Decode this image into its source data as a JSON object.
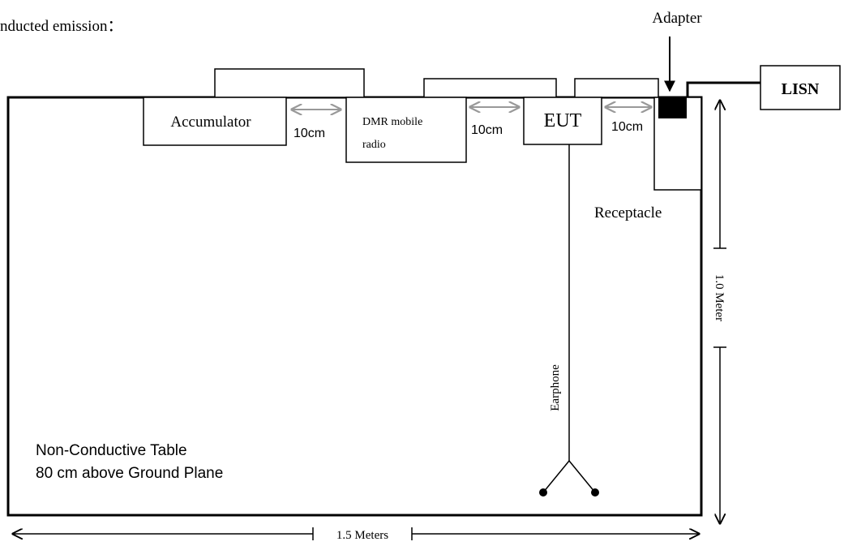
{
  "heading": "nducted emission：",
  "labels": {
    "adapter": "Adapter",
    "lisn": "LISN",
    "accumulator": "Accumulator",
    "dmr_line1": "DMR mobile",
    "dmr_line2": "radio",
    "eut": "EUT",
    "receptacle": "Receptacle",
    "earphone": "Earphone",
    "table_line1": "Non-Conductive Table",
    "table_line2": "80 cm above Ground Plane",
    "spacing_1": "10cm",
    "spacing_2": "10cm",
    "spacing_3": "10cm",
    "depth": "1.0 Meter",
    "width": "1.5 Meters"
  },
  "colors": {
    "line": "#000000",
    "spacing_arrow": "#999999",
    "adapter_fill": "#000000"
  }
}
